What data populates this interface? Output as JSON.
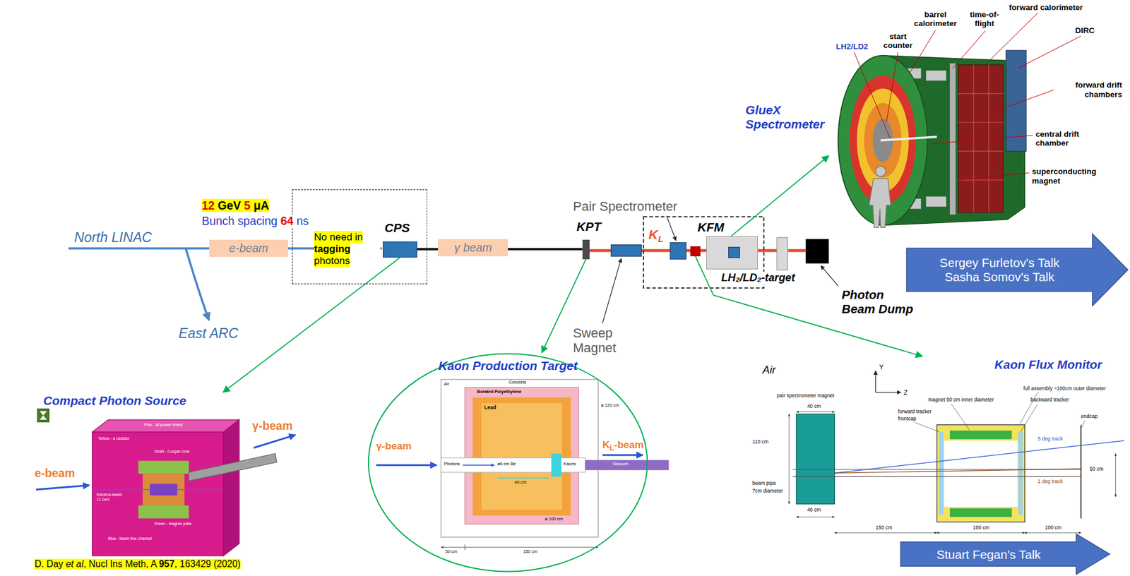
{
  "diagram": {
    "nodes": [
      {
        "text": [
          "e-beam"
        ]
      },
      {
        "text": [
          "No need in tagging photons"
        ]
      },
      {
        "text": [
          "CPS"
        ],
        "in": 1
      },
      {
        "text": [
          "γ beam"
        ]
      },
      {
        "text": [
          "KPT"
        ]
      },
      {
        "text": [
          "KFM"
        ]
      },
      {
        "text": [
          "LH₂/LD₂-target"
        ]
      },
      {
        "text": [
          "GlueX Spectrometer"
        ]
      },
      {
        "text": [
          "Sergey Furletov's Talk",
          "Sasha Somov's Talk"
        ]
      },
      {
        "text": [
          "Compact Photon Source"
        ]
      },
      {
        "text": [
          "Kaon Production Target"
        ]
      },
      {
        "text": [
          "Kaon Flux Monitor"
        ]
      },
      {
        "text": [
          "Stuart Fegan's Talk"
        ]
      }
    ],
    "edges": [
      {
        "from": 2,
        "to": 9,
        "arrow": "to"
      },
      {
        "from": 4,
        "to": 10,
        "arrow": "to"
      },
      {
        "from": 6,
        "to": 7,
        "arrow": "to"
      },
      {
        "from": 5,
        "to": 11,
        "arrow": "to"
      }
    ],
    "labels": [
      "North LINAC",
      "12 GeV 5 μA",
      "Bunch spacing 64 ns",
      "East ARC",
      "Pair Spectrometer",
      "KL",
      "Sweep Magnet",
      "Photon Beam Dump",
      "start counter",
      "barrel calorimeter",
      "time-of-flight",
      "forward calorimeter",
      "DIRC",
      "LH2/LD2",
      "forward drift chambers",
      "central drift chamber",
      "superconducting magnet",
      "e-beam",
      "γ-beam",
      "Pink - W-power shield",
      "Yellow - a radiator",
      "Violet - Cooper core",
      "Green - magnet yoke",
      "Blue - beam line channel",
      "Electron beam 11 GeV",
      "D. Day et al, Nucl Ins Meth, A 957, 163429 (2020)",
      "γ-beam",
      "KL-beam",
      "Concrete",
      "Air",
      "Borated Polyethylene",
      "Lead",
      "Photons",
      "ø6 cm Be",
      "40 cm",
      "Kaons",
      "Vacuum",
      "ø 120 cm",
      "ø 100 cm",
      "50 cm",
      "150 cm",
      "Air",
      "Y",
      "Z",
      "pair spectrometer magnet",
      "40 cm",
      "110 cm",
      "beam pipe",
      "7cm diameter",
      "magnet 50 cm inner diameter",
      "full assembly ~100cm outer diameter",
      "forward tracker",
      "frontcap",
      "backward tracker",
      "endcap",
      "5 deg track",
      "1 deg track",
      "50 cm",
      "46 cm",
      "150 cm",
      "100 cm",
      "100 cm"
    ]
  }
}
